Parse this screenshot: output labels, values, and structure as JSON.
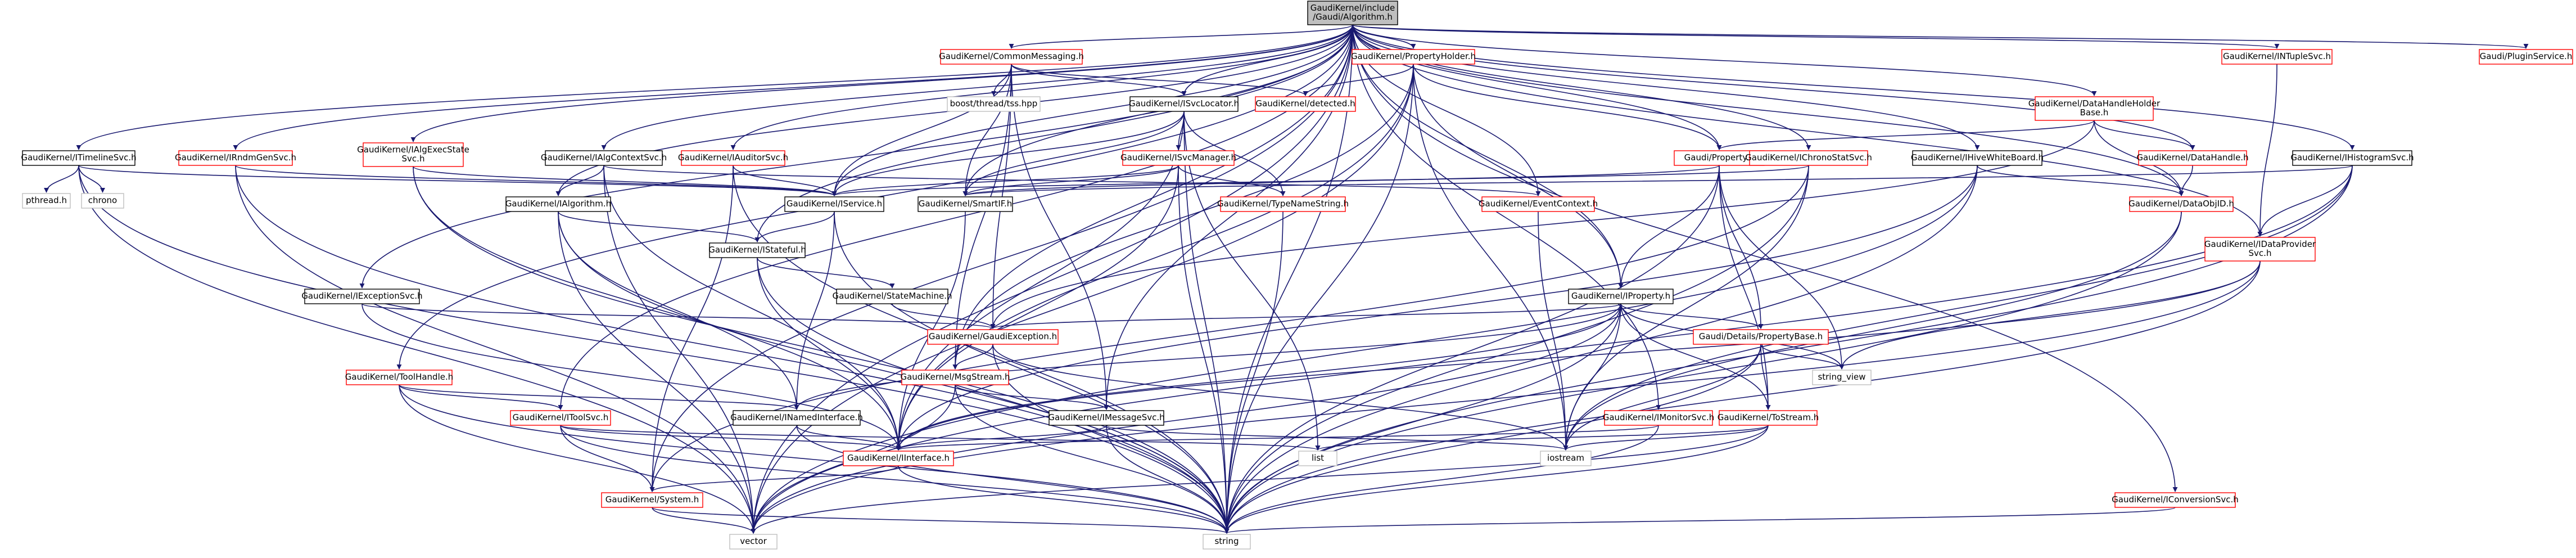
{
  "nodes": [
    {
      "id": "root",
      "style": "root",
      "lines": [
        "GaudiKernel/include",
        "/Gaudi/Algorithm.h"
      ]
    },
    {
      "id": "itimeline",
      "style": "normal",
      "lines": [
        "GaudiKernel/ITimelineSvc.h"
      ]
    },
    {
      "id": "pthread",
      "style": "plain",
      "lines": [
        "pthread.h"
      ]
    },
    {
      "id": "chrono",
      "style": "plain",
      "lines": [
        "chrono"
      ]
    },
    {
      "id": "irndm",
      "style": "missing",
      "lines": [
        "GaudiKernel/IRndmGenSvc.h"
      ]
    },
    {
      "id": "ialgexec",
      "style": "missing",
      "lines": [
        "GaudiKernel/IAlgExecState",
        "Svc.h"
      ]
    },
    {
      "id": "ialgctx",
      "style": "normal",
      "lines": [
        "GaudiKernel/IAlgContextSvc.h"
      ]
    },
    {
      "id": "commonmsg",
      "style": "missing",
      "lines": [
        "GaudiKernel/CommonMessaging.h"
      ]
    },
    {
      "id": "boosttss",
      "style": "plain",
      "lines": [
        "boost/thread/tss.hpp"
      ]
    },
    {
      "id": "isvclocator",
      "style": "normal",
      "lines": [
        "GaudiKernel/ISvcLocator.h"
      ]
    },
    {
      "id": "detected",
      "style": "missing",
      "lines": [
        "GaudiKernel/detected.h"
      ]
    },
    {
      "id": "propholder",
      "style": "missing",
      "lines": [
        "GaudiKernel/PropertyHolder.h"
      ]
    },
    {
      "id": "iauditor",
      "style": "missing",
      "lines": [
        "GaudiKernel/IAuditorSvc.h"
      ]
    },
    {
      "id": "isvcmanager",
      "style": "missing",
      "lines": [
        "GaudiKernel/ISvcManager.h"
      ]
    },
    {
      "id": "ialgorithm",
      "style": "normal",
      "lines": [
        "GaudiKernel/IAlgorithm.h"
      ]
    },
    {
      "id": "iservice",
      "style": "normal",
      "lines": [
        "GaudiKernel/IService.h"
      ]
    },
    {
      "id": "smartif",
      "style": "normal",
      "lines": [
        "GaudiKernel/SmartIF.h"
      ]
    },
    {
      "id": "typename",
      "style": "missing",
      "lines": [
        "GaudiKernel/TypeNameString.h"
      ]
    },
    {
      "id": "property",
      "style": "missing",
      "lines": [
        "Gaudi/Property.h"
      ]
    },
    {
      "id": "ichrono",
      "style": "missing",
      "lines": [
        "GaudiKernel/IChronoStatSvc.h"
      ]
    },
    {
      "id": "eventctx",
      "style": "missing",
      "lines": [
        "GaudiKernel/EventContext.h"
      ]
    },
    {
      "id": "ihivewb",
      "style": "normal",
      "lines": [
        "GaudiKernel/IHiveWhiteBoard.h"
      ]
    },
    {
      "id": "datahandleholder",
      "style": "missing",
      "lines": [
        "GaudiKernel/DataHandleHolder",
        "Base.h"
      ]
    },
    {
      "id": "datahandle",
      "style": "missing",
      "lines": [
        "GaudiKernel/DataHandle.h"
      ]
    },
    {
      "id": "dataobjid",
      "style": "missing",
      "lines": [
        "GaudiKernel/DataObjID.h"
      ]
    },
    {
      "id": "intuple",
      "style": "missing",
      "lines": [
        "GaudiKernel/INTupleSvc.h"
      ]
    },
    {
      "id": "idataprovider",
      "style": "missing",
      "lines": [
        "GaudiKernel/IDataProvider",
        "Svc.h"
      ]
    },
    {
      "id": "ihistogram",
      "style": "normal",
      "lines": [
        "GaudiKernel/IHistogramSvc.h"
      ]
    },
    {
      "id": "pluginservice",
      "style": "missing",
      "lines": [
        "Gaudi/PluginService.h"
      ]
    },
    {
      "id": "istateful",
      "style": "normal",
      "lines": [
        "GaudiKernel/IStateful.h"
      ]
    },
    {
      "id": "statemachine",
      "style": "normal",
      "lines": [
        "GaudiKernel/StateMachine.h"
      ]
    },
    {
      "id": "iexception",
      "style": "normal",
      "lines": [
        "GaudiKernel/IExceptionSvc.h"
      ]
    },
    {
      "id": "gaudiexception",
      "style": "missing",
      "lines": [
        "GaudiKernel/GaudiException.h"
      ]
    },
    {
      "id": "kproperty",
      "style": "normal",
      "lines": [
        "GaudiKernel/IProperty.h"
      ]
    },
    {
      "id": "propertybase",
      "style": "missing",
      "lines": [
        "Gaudi/Details/PropertyBase.h"
      ]
    },
    {
      "id": "stringview",
      "style": "plain",
      "lines": [
        "string_view"
      ]
    },
    {
      "id": "toolhandle",
      "style": "missing",
      "lines": [
        "GaudiKernel/ToolHandle.h"
      ]
    },
    {
      "id": "itoolsvc",
      "style": "missing",
      "lines": [
        "GaudiKernel/IToolSvc.h"
      ]
    },
    {
      "id": "msgstream",
      "style": "missing",
      "lines": [
        "GaudiKernel/MsgStream.h"
      ]
    },
    {
      "id": "inamedinterface",
      "style": "normal",
      "lines": [
        "GaudiKernel/INamedInterface.h"
      ]
    },
    {
      "id": "imessagesvc",
      "style": "normal",
      "lines": [
        "GaudiKernel/IMessageSvc.h"
      ]
    },
    {
      "id": "imonitor",
      "style": "missing",
      "lines": [
        "GaudiKernel/IMonitorSvc.h"
      ]
    },
    {
      "id": "tostream",
      "style": "missing",
      "lines": [
        "GaudiKernel/ToStream.h"
      ]
    },
    {
      "id": "iinterface",
      "style": "missing",
      "lines": [
        "GaudiKernel/IInterface.h"
      ]
    },
    {
      "id": "list",
      "style": "plain",
      "lines": [
        "list"
      ]
    },
    {
      "id": "iostream",
      "style": "plain",
      "lines": [
        "iostream"
      ]
    },
    {
      "id": "iconversion",
      "style": "missing",
      "lines": [
        "GaudiKernel/IConversionSvc.h"
      ]
    },
    {
      "id": "system",
      "style": "missing",
      "lines": [
        "GaudiKernel/System.h"
      ]
    },
    {
      "id": "vector",
      "style": "plain",
      "lines": [
        "vector"
      ]
    },
    {
      "id": "string",
      "style": "plain",
      "lines": [
        "string"
      ]
    }
  ],
  "edges": [
    [
      "root",
      "itimeline"
    ],
    [
      "root",
      "irndm"
    ],
    [
      "root",
      "ialgexec"
    ],
    [
      "root",
      "ialgctx"
    ],
    [
      "root",
      "commonmsg"
    ],
    [
      "root",
      "isvclocator"
    ],
    [
      "root",
      "propholder"
    ],
    [
      "root",
      "iauditor"
    ],
    [
      "root",
      "ialgorithm"
    ],
    [
      "root",
      "iservice"
    ],
    [
      "root",
      "property"
    ],
    [
      "root",
      "ichrono"
    ],
    [
      "root",
      "eventctx"
    ],
    [
      "root",
      "ihivewb"
    ],
    [
      "root",
      "datahandleholder"
    ],
    [
      "root",
      "datahandle"
    ],
    [
      "root",
      "dataobjid"
    ],
    [
      "root",
      "intuple"
    ],
    [
      "root",
      "idataprovider"
    ],
    [
      "root",
      "ihistogram"
    ],
    [
      "root",
      "pluginservice"
    ],
    [
      "root",
      "istateful"
    ],
    [
      "root",
      "iexception"
    ],
    [
      "root",
      "kproperty"
    ],
    [
      "root",
      "toolhandle"
    ],
    [
      "root",
      "itoolsvc"
    ],
    [
      "root",
      "imessagesvc"
    ],
    [
      "root",
      "imonitor"
    ],
    [
      "root",
      "iconversion"
    ],
    [
      "root",
      "system"
    ],
    [
      "root",
      "vector"
    ],
    [
      "root",
      "string"
    ],
    [
      "root",
      "msgstream"
    ],
    [
      "root",
      "smartif"
    ],
    [
      "itimeline",
      "pthread"
    ],
    [
      "itimeline",
      "chrono"
    ],
    [
      "itimeline",
      "iservice"
    ],
    [
      "itimeline",
      "string"
    ],
    [
      "itimeline",
      "vector"
    ],
    [
      "irndm",
      "iservice"
    ],
    [
      "irndm",
      "vector"
    ],
    [
      "irndm",
      "string"
    ],
    [
      "ialgexec",
      "iservice"
    ],
    [
      "ialgexec",
      "iinterface"
    ],
    [
      "ialgexec",
      "string"
    ],
    [
      "ialgctx",
      "ialgorithm"
    ],
    [
      "ialgctx",
      "iinterface"
    ],
    [
      "ialgctx",
      "eventctx"
    ],
    [
      "ialgctx",
      "vector"
    ],
    [
      "commonmsg",
      "boosttss"
    ],
    [
      "commonmsg",
      "isvclocator"
    ],
    [
      "commonmsg",
      "detected"
    ],
    [
      "commonmsg",
      "iservice"
    ],
    [
      "commonmsg",
      "smartif"
    ],
    [
      "commonmsg",
      "imessagesvc"
    ],
    [
      "commonmsg",
      "msgstream"
    ],
    [
      "commonmsg",
      "gaudiexception"
    ],
    [
      "isvclocator",
      "isvcmanager"
    ],
    [
      "isvclocator",
      "smartif"
    ],
    [
      "isvclocator",
      "iinterface"
    ],
    [
      "isvclocator",
      "list"
    ],
    [
      "isvclocator",
      "typename"
    ],
    [
      "isvclocator",
      "string"
    ],
    [
      "isvclocator",
      "iservice"
    ],
    [
      "propholder",
      "detected"
    ],
    [
      "propholder",
      "property"
    ],
    [
      "propholder",
      "kproperty"
    ],
    [
      "propholder",
      "msgstream"
    ],
    [
      "propholder",
      "iinterface"
    ],
    [
      "propholder",
      "iostream"
    ],
    [
      "propholder",
      "string"
    ],
    [
      "propholder",
      "vector"
    ],
    [
      "iauditor",
      "iservice"
    ],
    [
      "iauditor",
      "system"
    ],
    [
      "iauditor",
      "string"
    ],
    [
      "isvcmanager",
      "iservice"
    ],
    [
      "isvcmanager",
      "typename"
    ],
    [
      "isvcmanager",
      "string"
    ],
    [
      "isvcmanager",
      "smartif"
    ],
    [
      "isvcmanager",
      "iinterface"
    ],
    [
      "ialgorithm",
      "istateful"
    ],
    [
      "ialgorithm",
      "inamedinterface"
    ],
    [
      "ialgorithm",
      "string"
    ],
    [
      "ialgorithm",
      "vector"
    ],
    [
      "iservice",
      "istateful"
    ],
    [
      "iservice",
      "inamedinterface"
    ],
    [
      "iservice",
      "string"
    ],
    [
      "smartif",
      "iinterface"
    ],
    [
      "typename",
      "string"
    ],
    [
      "property",
      "kproperty"
    ],
    [
      "property",
      "propertybase"
    ],
    [
      "property",
      "tostream"
    ],
    [
      "property",
      "stringview"
    ],
    [
      "property",
      "string"
    ],
    [
      "property",
      "smartif"
    ],
    [
      "ichrono",
      "iservice"
    ],
    [
      "ichrono",
      "iostream"
    ],
    [
      "ichrono",
      "string"
    ],
    [
      "ichrono",
      "system"
    ],
    [
      "eventctx",
      "iostream"
    ],
    [
      "ihivewb",
      "dataobjid"
    ],
    [
      "ihivewb",
      "iinterface"
    ],
    [
      "ihivewb",
      "string"
    ],
    [
      "ihivewb",
      "vector"
    ],
    [
      "datahandleholder",
      "datahandle"
    ],
    [
      "datahandleholder",
      "dataobjid"
    ],
    [
      "datahandleholder",
      "property"
    ],
    [
      "datahandleholder",
      "gaudiexception"
    ],
    [
      "datahandle",
      "dataobjid"
    ],
    [
      "dataobjid",
      "iostream"
    ],
    [
      "dataobjid",
      "string"
    ],
    [
      "intuple",
      "idataprovider"
    ],
    [
      "idataprovider",
      "iinterface"
    ],
    [
      "idataprovider",
      "string"
    ],
    [
      "idataprovider",
      "stringview"
    ],
    [
      "idataprovider",
      "vector"
    ],
    [
      "ihistogram",
      "idataprovider"
    ],
    [
      "ihistogram",
      "iostream"
    ],
    [
      "ihistogram",
      "string"
    ],
    [
      "ihistogram",
      "vector"
    ],
    [
      "ihistogram",
      "smartif"
    ],
    [
      "istateful",
      "statemachine"
    ],
    [
      "istateful",
      "iinterface"
    ],
    [
      "istateful",
      "string"
    ],
    [
      "statemachine",
      "gaudiexception"
    ],
    [
      "iexception",
      "gaudiexception"
    ],
    [
      "iexception",
      "iinterface"
    ],
    [
      "gaudiexception",
      "msgstream"
    ],
    [
      "gaudiexception",
      "iostream"
    ],
    [
      "gaudiexception",
      "string"
    ],
    [
      "kproperty",
      "gaudiexception"
    ],
    [
      "kproperty",
      "propertybase"
    ],
    [
      "kproperty",
      "inamedinterface"
    ],
    [
      "kproperty",
      "iinterface"
    ],
    [
      "kproperty",
      "iostream"
    ],
    [
      "kproperty",
      "string"
    ],
    [
      "kproperty",
      "vector"
    ],
    [
      "kproperty",
      "stringview"
    ],
    [
      "kproperty",
      "tostream"
    ],
    [
      "propertybase",
      "stringview"
    ],
    [
      "propertybase",
      "iostream"
    ],
    [
      "propertybase",
      "string"
    ],
    [
      "propertybase",
      "tostream"
    ],
    [
      "toolhandle",
      "itoolsvc"
    ],
    [
      "toolhandle",
      "inamedinterface"
    ],
    [
      "toolhandle",
      "string"
    ],
    [
      "toolhandle",
      "vector"
    ],
    [
      "itoolsvc",
      "iinterface"
    ],
    [
      "itoolsvc",
      "system"
    ],
    [
      "itoolsvc",
      "list"
    ],
    [
      "itoolsvc",
      "string"
    ],
    [
      "msgstream",
      "imessagesvc"
    ],
    [
      "msgstream",
      "string"
    ],
    [
      "msgstream",
      "vector"
    ],
    [
      "inamedinterface",
      "iinterface"
    ],
    [
      "inamedinterface",
      "string"
    ],
    [
      "imessagesvc",
      "iinterface"
    ],
    [
      "imessagesvc",
      "iostream"
    ],
    [
      "imessagesvc",
      "string"
    ],
    [
      "imonitor",
      "iinterface"
    ],
    [
      "imonitor",
      "string"
    ],
    [
      "tostream",
      "list"
    ],
    [
      "tostream",
      "iostream"
    ],
    [
      "tostream",
      "string"
    ],
    [
      "tostream",
      "vector"
    ],
    [
      "iinterface",
      "system"
    ],
    [
      "iinterface",
      "string"
    ],
    [
      "iconversion",
      "string"
    ],
    [
      "system",
      "vector"
    ],
    [
      "system",
      "string"
    ]
  ]
}
